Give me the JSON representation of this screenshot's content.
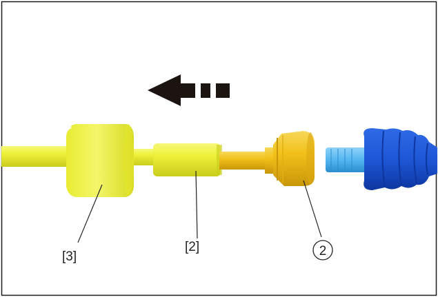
{
  "diagram": {
    "labels": {
      "tool_3": "[3]",
      "tool_2": "[2]",
      "part_2": "2"
    },
    "colors": {
      "frame": "#1a1a1a",
      "tool_yellow": "#eef23a",
      "tool_yellow_shade": "#c9cd1c",
      "joint_gold": "#f2c21a",
      "joint_gold_shade": "#c9960a",
      "boot_blue": "#1e57d6",
      "boot_blue_shade": "#0d36a0",
      "shaft_light_blue": "#55b6f0",
      "arrow": "#1b1410"
    },
    "icons": {
      "arrow": "dashed-left-arrow-icon"
    }
  }
}
